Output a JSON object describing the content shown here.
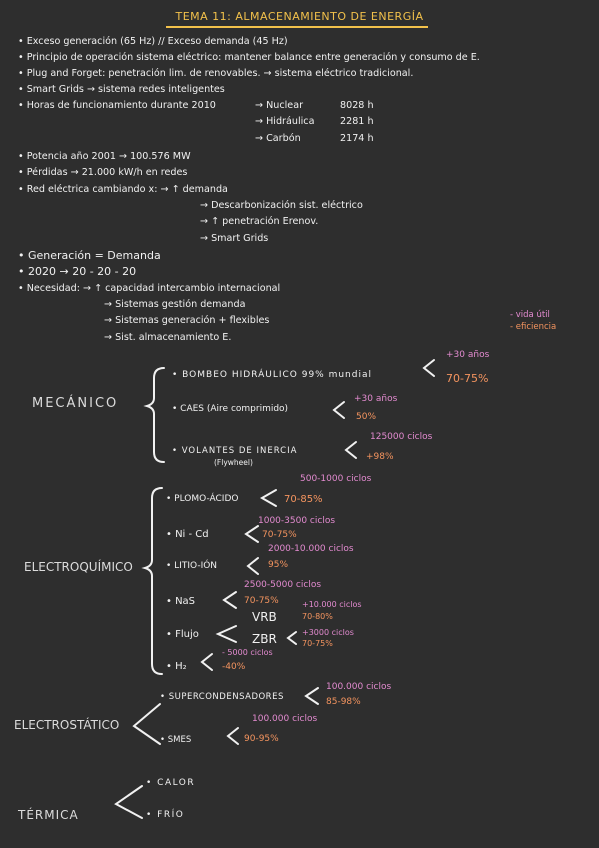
{
  "title": "TEMA 11: ALMACENAMIENTO DE ENERGÍA",
  "bullets": {
    "b1": "Exceso generación (65 Hz) // Exceso demanda (45 Hz)",
    "b2": "Principio de operación sistema eléctrico: mantener balance entre generación y consumo de E.",
    "b3": "Plug and Forget: penetración lim. de renovables. → sistema eléctrico tradicional.",
    "b4": "Smart Grids → sistema redes inteligentes",
    "b5": "Horas de funcionamiento durante 2010",
    "hours": [
      {
        "label": "→ Nuclear",
        "value": "8028 h"
      },
      {
        "label": "→ Hidráulica",
        "value": "2281 h"
      },
      {
        "label": "→ Carbón",
        "value": "2174 h"
      }
    ],
    "b6": "Potencia año 2001 → 100.576 MW",
    "b7": "Pérdidas → 21.000 kW/h en redes",
    "b8": "Red eléctrica cambiando x: → ↑ demanda",
    "red_items": [
      "→ Descarbonización sist. eléctrico",
      "→ ↑ penetración Erenov.",
      "→ Smart Grids"
    ],
    "b9": "Generación = Demanda",
    "b10": "2020 → 20 - 20 - 20",
    "b11": "Necesidad: → ↑ capacidad intercambio internacional",
    "need_items": [
      "→ Sistemas gestión demanda",
      "→ Sistemas generación + flexibles",
      "→ Sist. almacenamiento E."
    ]
  },
  "legend": {
    "vida": "- vida útil",
    "eficiencia": "- eficiencia",
    "color_vida": "#e38bd0",
    "color_eficiencia": "#f4945f"
  },
  "mecanico": {
    "label": "MECÁNICO",
    "items": [
      {
        "name": "• BOMBEO HIDRÁULICO 99% mundial",
        "life": "+30 años",
        "eff": "70-75%"
      },
      {
        "name": "• CAES (Aire comprimido)",
        "life": "+30 años",
        "eff": "50%"
      },
      {
        "name": "• VOLANTES DE INERCIA",
        "sub": "(Flywheel)",
        "life": "125000 ciclos",
        "eff": "+98%"
      }
    ]
  },
  "electroquimico": {
    "label": "ELECTROQUÍMICO",
    "items": [
      {
        "name": "• PLOMO-ÁCIDO",
        "life": "500-1000 ciclos",
        "eff": "70-85%"
      },
      {
        "name": "• Ni - Cd",
        "life": "1000-3500 ciclos",
        "eff": "70-75%"
      },
      {
        "name": "• LITIO-IÓN",
        "life": "2000-10.000 ciclos",
        "eff": "95%"
      },
      {
        "name": "• NaS",
        "life": "2500-5000 ciclos",
        "eff": "70-75%"
      },
      {
        "name": "• Flujo",
        "life": "",
        "eff": ""
      },
      {
        "name": "• H₂",
        "life": "- 5000 ciclos",
        "eff": "-40%"
      }
    ],
    "vrb": {
      "name": "VRB",
      "life": "+10.000 ciclos",
      "eff": "70-80%"
    },
    "zbr": {
      "name": "ZBR",
      "life": "+3000 ciclos",
      "eff": "70-75%"
    }
  },
  "electrostatico": {
    "label": "ELECTROSTÁTICO",
    "items": [
      {
        "name": "• SUPERCONDENSADORES",
        "life": "100.000 ciclos",
        "eff": "85-98%"
      },
      {
        "name": "• SMES",
        "life": "100.000 ciclos",
        "eff": "90-95%"
      }
    ]
  },
  "termica": {
    "label": "TÉRMICA",
    "items": [
      "• CALOR",
      "• FRÍO"
    ]
  }
}
